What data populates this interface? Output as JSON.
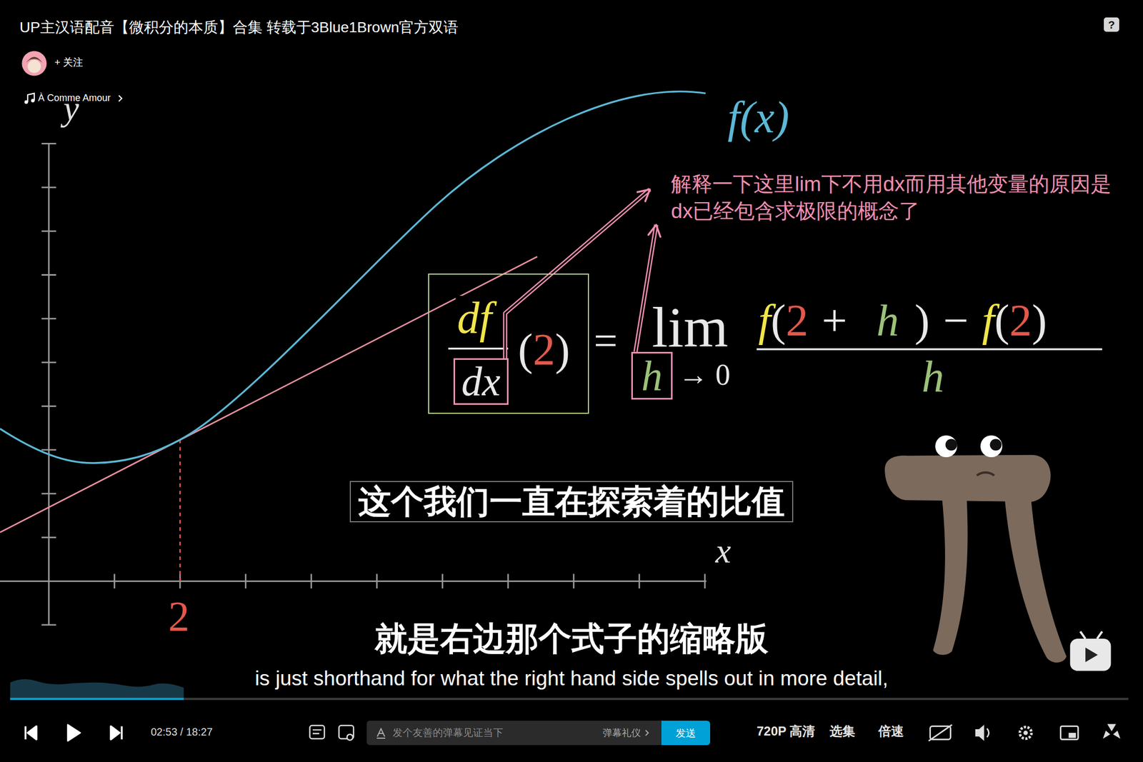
{
  "diagram": {
    "title": "UP主汉语配音【微积分的本质】合集 转载于3Blue1Brown官方双语",
    "nodes": [
      {
        "text": [
          "?"
        ]
      },
      {
        "text": [
          "df",
          "(",
          "2",
          ")"
        ]
      },
      {
        "text": [
          "dx"
        ],
        "in": 1
      },
      {
        "text": [
          "h"
        ]
      },
      {
        "text": [
          "解释一下这里lim下不用dx而用其他变量的原因是dx已经包含求极限的概念了"
        ]
      },
      {
        "text": [
          "这个我们一直在探索着的比值"
        ]
      },
      {
        "text": [
          "发个友善的弹幕见证当下",
          "弹幕礼仪"
        ]
      },
      {
        "text": [
          "发送"
        ]
      }
    ],
    "edges": [
      {
        "from": 2,
        "to": 4,
        "arrow": "to"
      },
      {
        "from": 3,
        "to": 4,
        "arrow": "to"
      }
    ],
    "labels": [
      "+ 关注",
      "À Comme Amour",
      "y",
      "f(x)",
      "=",
      "lim",
      "→ 0",
      "f",
      "(",
      "2",
      "+",
      "h",
      ")",
      "−",
      "f",
      "(",
      "2",
      ")",
      "h",
      "x",
      "2",
      "就是右边那个式子的缩略版",
      "is just shorthand for what the right hand side spells out in more detail,",
      "02:53 / 18:27",
      "720P 高清",
      "选集",
      "倍速"
    ]
  }
}
